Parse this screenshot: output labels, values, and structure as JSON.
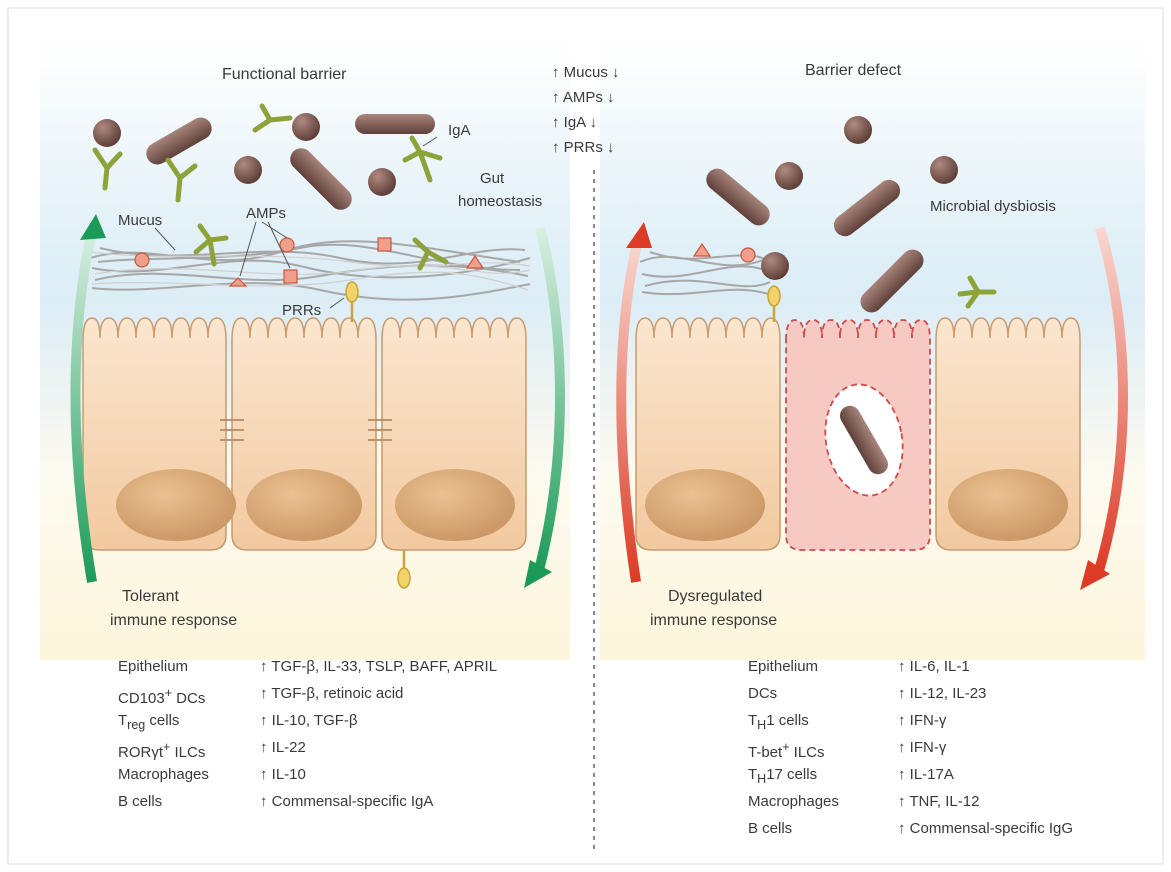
{
  "left": {
    "title": "Functional barrier",
    "labels": {
      "iga": "IgA",
      "mucus": "Mucus",
      "amps": "AMPs",
      "prrs": "PRRs",
      "homeostasis_1": "Gut",
      "homeostasis_2": "homeostasis",
      "response_1": "Tolerant",
      "response_2": "immune response"
    },
    "rows": [
      {
        "cell": "Epithelium",
        "effect": "↑ TGF-β, IL-33, TSLP, BAFF, APRIL"
      },
      {
        "cell": "CD103",
        "sup": "+",
        "cell_after": " DCs",
        "effect": "↑ TGF-β, retinoic acid"
      },
      {
        "cell": "T",
        "sub": "reg",
        "cell_after": " cells",
        "effect": "↑ IL-10, TGF-β"
      },
      {
        "cell": "RORγt",
        "sup": "+",
        "cell_after": " ILCs",
        "effect": "↑ IL-22"
      },
      {
        "cell": "Macrophages",
        "effect": "↑ IL-10"
      },
      {
        "cell": "B cells",
        "effect": "↑ Commensal-specific IgA"
      }
    ]
  },
  "middle": {
    "lines": [
      "↑ Mucus ↓",
      "↑ AMPs ↓",
      "↑ IgA ↓",
      "↑ PRRs ↓"
    ]
  },
  "right": {
    "title": "Barrier defect",
    "labels": {
      "dysbiosis": "Microbial dysbiosis",
      "response_1": "Dysregulated",
      "response_2": "immune response"
    },
    "rows": [
      {
        "cell": "Epithelium",
        "effect": "↑ IL-6, IL-1"
      },
      {
        "cell": "DCs",
        "effect": "↑ IL-12, IL-23"
      },
      {
        "cell": "T",
        "sub": "H",
        "cell_after": "1 cells",
        "effect": "↑ IFN-γ"
      },
      {
        "cell": "T-bet",
        "sup": "+",
        "cell_after": " ILCs",
        "effect": "↑ IFN-γ"
      },
      {
        "cell": "T",
        "sub": "H",
        "cell_after": "17 cells",
        "effect": "↑ IL-17A"
      },
      {
        "cell": "Macrophages",
        "effect": "↑ TNF, IL-12"
      },
      {
        "cell": "B cells",
        "effect": "↑ Commensal-specific IgG"
      }
    ]
  },
  "colors": {
    "cell_fill": "#f7d6b2",
    "cell_stroke": "#c79a6e",
    "nucleus": "#d9ad7c",
    "bacteria": "#7a5a52",
    "iga": "#8ea23a",
    "amp": "#e8846a",
    "green_arrow": "#1f9a55",
    "red_arrow": "#d8432b",
    "damaged_cell": "#f6c9c2",
    "damaged_stroke": "#cc4b4b"
  },
  "icons": [
    "bacterium-rod-icon",
    "bacterium-coccus-icon",
    "iga-antibody-icon",
    "amp-triangle-icon",
    "amp-square-icon",
    "prr-receptor-icon"
  ]
}
